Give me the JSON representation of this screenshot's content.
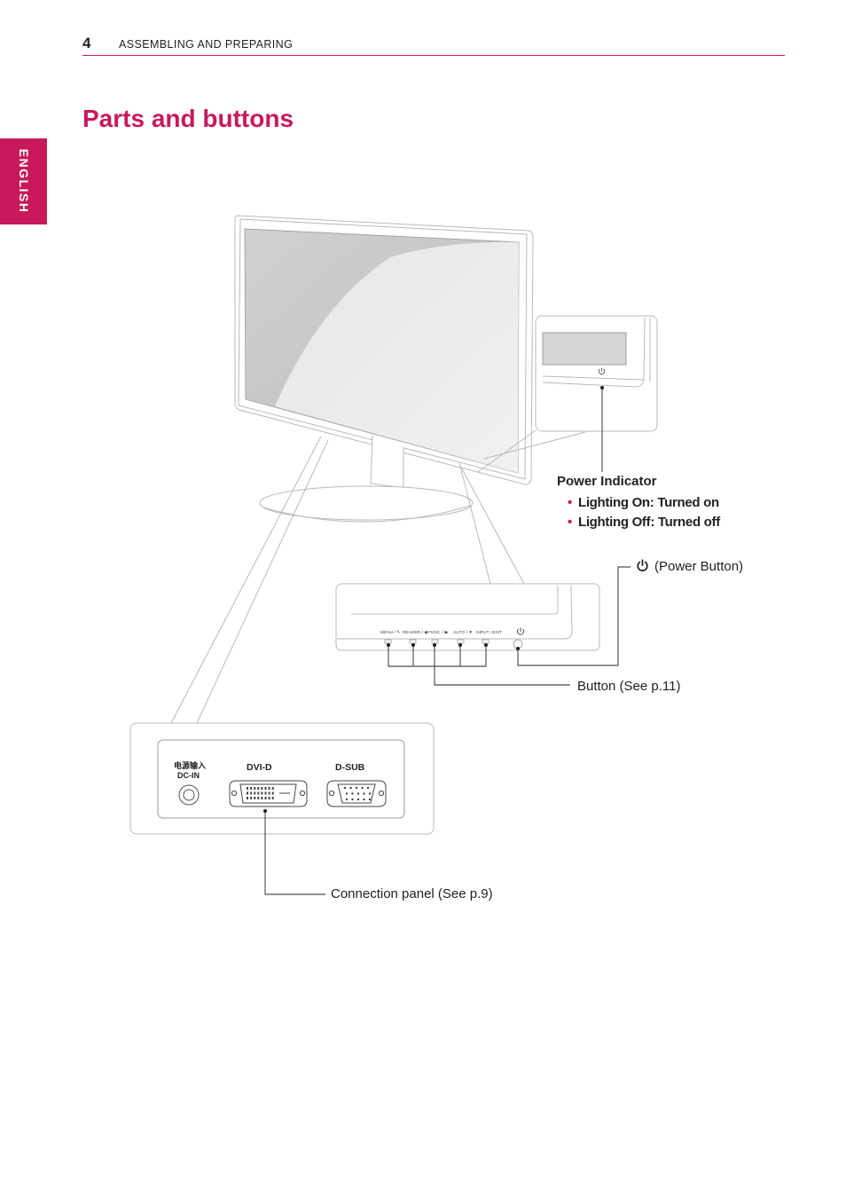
{
  "header": {
    "page_number": "4",
    "section": "ASSEMBLING AND PREPARING",
    "language_tab": "ENGLISH"
  },
  "title": "Parts and buttons",
  "callouts": {
    "power_indicator": {
      "title": "Power Indicator",
      "items": [
        "Lighting On: Turned on",
        "Lighting Off: Turned off"
      ]
    },
    "power_button": "(Power Button)",
    "buttons": "Button (See p.11)",
    "connection_panel": "Connection panel (See p.9)"
  },
  "front_panel": {
    "buttons": [
      "MENU / ✎",
      "READER / ◀",
      "FUNC. / ▶",
      "AUTO / ▼",
      "INPUT / EXIT"
    ]
  },
  "connection_panel": {
    "dc_in_cn": "电源输入",
    "dc_in": "DC-IN",
    "dvi": "DVI-D",
    "dsub": "D-SUB"
  },
  "colors": {
    "accent": "#c8195c",
    "line": "#231f20",
    "light_line": "#b9b9b9"
  }
}
